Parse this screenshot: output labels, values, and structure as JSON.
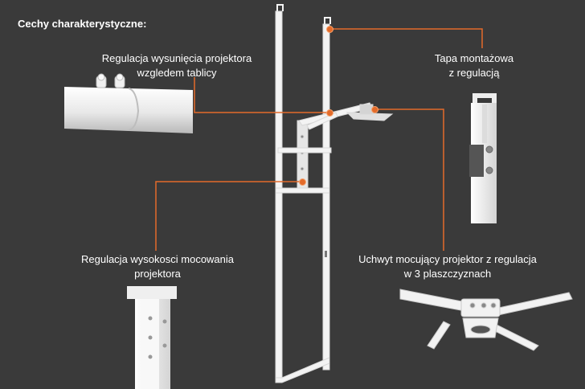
{
  "heading": "Cechy charakterystyczne:",
  "features": [
    {
      "line1": "Regulacja wysunięcia projektora",
      "line2": "wzgledem tablicy"
    },
    {
      "line1": "Tapa montażowa",
      "line2": "z regulacją"
    },
    {
      "line1": "Regulacja wysokosci mocowania",
      "line2": "projektora"
    },
    {
      "line1": "Uchwyt mocujący projektor z regulacja",
      "line2": "w 3 plaszczyznach"
    }
  ],
  "colors": {
    "background": "#3a3a3a",
    "leader_line": "#e36b2a",
    "metal": "#f2f2f2",
    "label_text": "#ffffff"
  }
}
